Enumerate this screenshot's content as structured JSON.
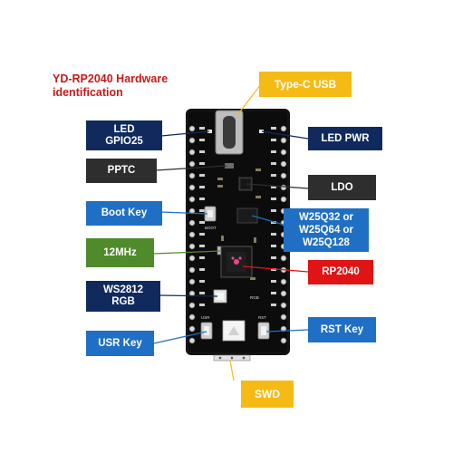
{
  "title": {
    "line1": "YD-RP2040 Hardware",
    "line2": "identification"
  },
  "labels": {
    "type_c": "Type-C USB",
    "led_gpio_line1": "LED",
    "led_gpio_line2": "GPIO25",
    "led_pwr": "LED PWR",
    "pptc": "PPTC",
    "ldo": "LDO",
    "boot_key": "Boot Key",
    "flash_line1": "W25Q32 or",
    "flash_line2": "W25Q64 or",
    "flash_line3": "W25Q128",
    "crystal": "12MHz",
    "rp2040": "RP2040",
    "ws2812_line1": "WS2812",
    "ws2812_line2": "RGB",
    "usr_key": "USR Key",
    "rst_key": "RST Key",
    "swd": "SWD"
  },
  "colors": {
    "navy": "#102a5e",
    "blue": "#1f6fc4",
    "dark": "#2e2e2e",
    "green": "#4f8a2b",
    "red": "#e01414",
    "gold": "#f5bb14",
    "title_red": "#c41a1a",
    "board": "#0c0c0c"
  },
  "board": {
    "silkscreen_boot": "BOOT",
    "silkscreen_rgb": "RGB",
    "silkscreen_usr": "USR",
    "silkscreen_rst": "RST"
  }
}
